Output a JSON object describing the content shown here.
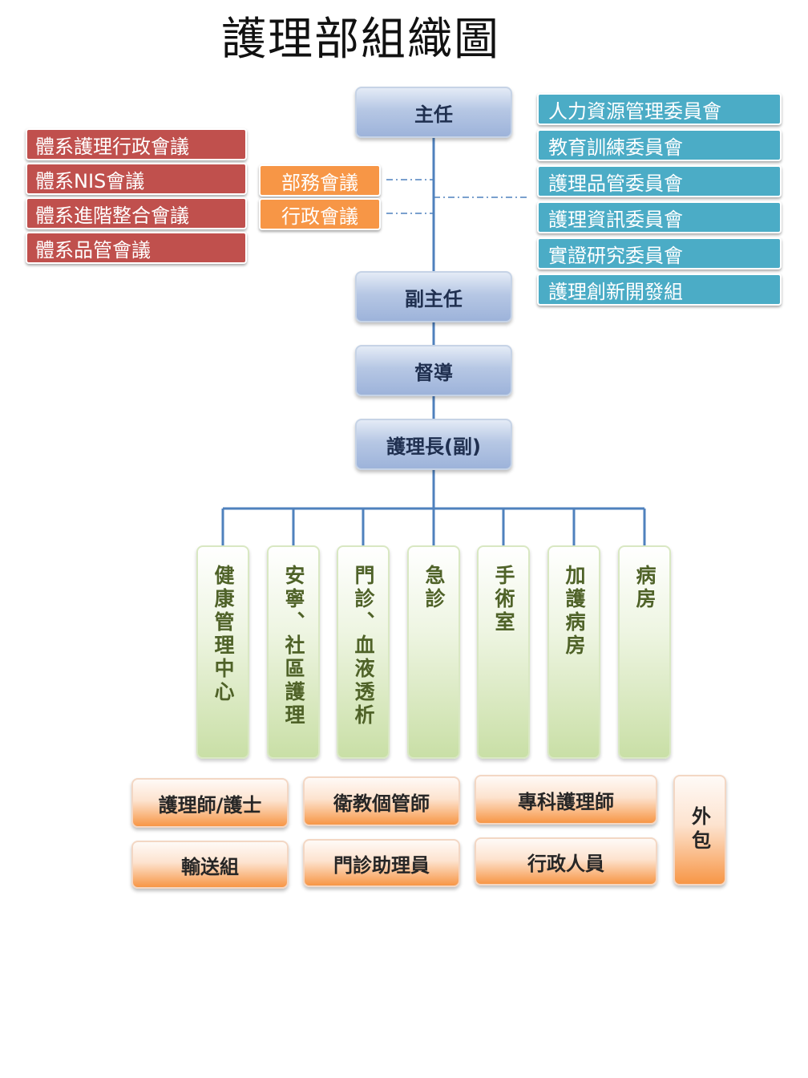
{
  "title": "護理部組織圖",
  "hierarchy": {
    "director": "主任",
    "deputy_director": "副主任",
    "supervisor": "督導",
    "head_nurse": "護理長(副)"
  },
  "system_meetings": [
    "體系護理行政會議",
    "體系NIS會議",
    "體系進階整合會議",
    "體系品管會議"
  ],
  "department_meetings": [
    "部務會議",
    "行政會議"
  ],
  "committees": [
    "人力資源管理委員會",
    "教育訓練委員會",
    "護理品管委員會",
    "護理資訊委員會",
    "實證研究委員會",
    "護理創新開發組"
  ],
  "units": [
    "健康管理中心",
    "安寧、社區護理",
    "門診、血液透析",
    "急診",
    "手術室",
    "加護病房",
    "病房"
  ],
  "roles": [
    "護理師/護士",
    "衛教個管師",
    "專科護理師",
    "輸送組",
    "門診助理員",
    "行政人員",
    "外包"
  ],
  "colors": {
    "line": "#4f81bd",
    "meeting_red": "#c0504d",
    "meeting_orange": "#f79646",
    "committee_teal": "#4bacc6",
    "unit_text": "#4f6228"
  }
}
